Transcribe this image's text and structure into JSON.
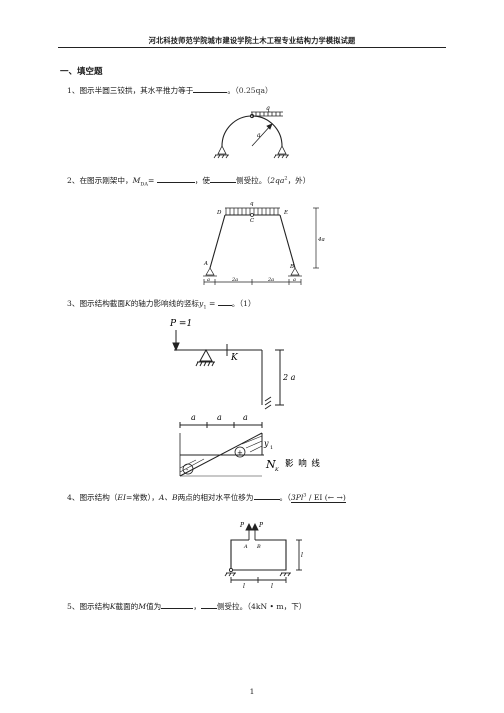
{
  "header": {
    "title": "河北科技师范学院城市建设学院土木工程专业结构力学模拟试题"
  },
  "section": {
    "title": "一、填空题"
  },
  "questions": [
    {
      "num": "1、",
      "text_a": "图示半圆三铰拱，其水平推力等于",
      "text_b": "。",
      "answer": "（0.25qa）"
    },
    {
      "num": "2、",
      "text_a": "在图示刚架中，",
      "symbol": "M",
      "symbol_sub": "DA",
      "eq": "=",
      "text_b": "，使",
      "text_c": "侧受拉。（",
      "answer_math": "2qa",
      "answer_sup": "2",
      "answer_tail": "，外）"
    },
    {
      "num": "3、",
      "text_a": "图示结构截面",
      "k": "K",
      "text_b": "的轴力影响线的竖标",
      "y": "y",
      "y_sub": "1",
      "eq": "=",
      "text_c": "。（1）"
    },
    {
      "num": "4、",
      "text_a": "图示结构（",
      "ei": "EI",
      "text_b": "=常数），",
      "a_b": "A、B",
      "text_c": "两点的相对水平位移为",
      "text_d": "。（",
      "answer_math": "3Pl",
      "answer_sup": "3",
      "answer_tail": " / EI (←  →)"
    },
    {
      "num": "5、",
      "text_a": "图示结构",
      "k": "K",
      "text_b": "截面的",
      "m": "M",
      "text_c": "值为",
      "text_d": "，",
      "text_e": "侧受拉。（4kN • m，下）"
    }
  ],
  "fig1": {
    "q": "q",
    "a": "a"
  },
  "fig2": {
    "q": "q",
    "D": "D",
    "C": "C",
    "E": "E",
    "A": "A",
    "B": "B",
    "height": "4a",
    "dims": [
      "a",
      "2a",
      "2a",
      "a"
    ]
  },
  "fig3": {
    "load": "P =1",
    "K": "K",
    "height": "2 a",
    "dims": [
      "a",
      "a",
      "a"
    ],
    "y1": "y",
    "y1_sub": "1",
    "NK": "N",
    "NK_sub": "K",
    "il_label": "影 响 线",
    "plus": "+",
    "minus": "-"
  },
  "fig4": {
    "P1": "P",
    "P2": "P",
    "A": "A",
    "B": "B",
    "l_v": "l",
    "l_h1": "l",
    "l_h2": "l"
  },
  "page": {
    "number": "1"
  }
}
